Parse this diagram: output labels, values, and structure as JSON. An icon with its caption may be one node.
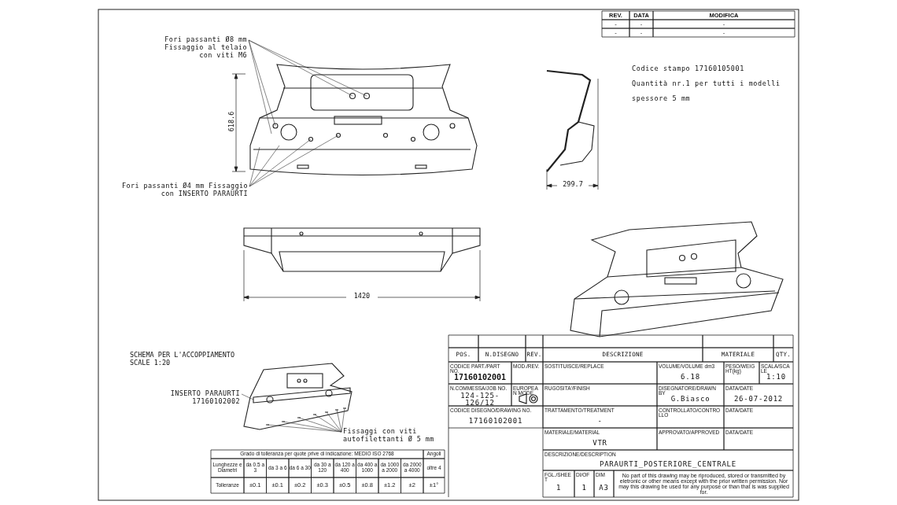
{
  "diagram": {
    "nodes": [
      {
        "text": [
          "Fori passanti Ø8 mm Fissaggio al telaio con viti M6"
        ]
      },
      {
        "text": [
          "Fori passanti Ø4 mm Fissaggio con INSERTO PARAURTI"
        ]
      },
      {
        "text": [
          "INSERTO PARAURTI 17160102002"
        ]
      },
      {
        "text": [
          "Fissaggi con viti autofilettanti Ø 5 mm"
        ]
      },
      {
        "text": [],
        "shape": "picture"
      }
    ],
    "edges": [
      {
        "from": 0,
        "to": null,
        "arrow": "none"
      },
      {
        "from": 0,
        "to": null,
        "arrow": "none"
      },
      {
        "from": 0,
        "to": null,
        "arrow": "none"
      },
      {
        "from": 0,
        "to": null,
        "arrow": "none"
      },
      {
        "from": 1,
        "to": null,
        "arrow": "none"
      },
      {
        "from": 1,
        "to": null,
        "arrow": "none"
      },
      {
        "from": 1,
        "to": null,
        "arrow": "none"
      },
      {
        "from": 1,
        "to": null,
        "arrow": "none"
      },
      {
        "from": 2,
        "to": 4,
        "arrow": "none"
      },
      {
        "from": 3,
        "to": null,
        "arrow": "none"
      },
      {
        "from": 3,
        "to": null,
        "arrow": "none"
      },
      {
        "from": 3,
        "to": null,
        "arrow": "none"
      },
      {
        "from": 3,
        "to": null,
        "arrow": "none"
      },
      {
        "from": 3,
        "to": null,
        "arrow": "none"
      },
      {
        "from": 3,
        "to": null,
        "arrow": "none"
      },
      {
        "from": 3,
        "to": null,
        "arrow": "none"
      }
    ],
    "labels": [
      "REV.",
      "DATA",
      "MODIFICA",
      "-",
      "-",
      "-",
      "-",
      "-",
      "-",
      "Codice stampo 17160105001",
      "Quantità nr.1 per tutti i modelli",
      "spessore 5 mm",
      "618.6",
      "299.7",
      "1420",
      "SCHEMA PER L'ACCOPPIAMENTO",
      "SCALE 1:20",
      "POS.",
      "N.DISEGNO",
      "REV.",
      "DESCRIZIONE",
      "MATERIALE",
      "QTY.",
      "CODICE PART./PART NO.",
      "17160102001",
      "MOD./REV.",
      "SOSTITUISCE/REPLACE",
      "VOLUME/VOLUME dm3",
      "6.18",
      "PESO/WEIGHT(kg)",
      "SCALA/SCALE",
      "1:10",
      "N.COMMESSA/JOB NO.",
      "124-125-126/12",
      "EUROPEAN MODE",
      "RUGOSITA'/FINISH",
      "DISEGNATORE/DRAWN BY",
      "G.Biasco",
      "DATA/DATE",
      "26-07-2012",
      "CODICE DISEGNO/DRAWING NO.",
      "17160102001",
      "TRATTAMENTO/TREATMENT",
      "-",
      "CONTROLLATO/CONTROLLO",
      "DATA/DATE",
      "MATERIALE/MATERIAL",
      "VTR",
      "APPROVATO/APPROVED",
      "DATA/DATE",
      "DESCRIZIONE/DESCRIPTION",
      "PARAURTI_POSTERIORE_CENTRALE",
      "FGL./SHEET",
      "DI/OF",
      "DIM",
      "1",
      "1",
      "A3",
      "No part of this drawing may be riproduced, stored or transmitted by eletronic or other means except with the prior written permission. Nor may this drawing be used for any purpose or than that is was supplied for.",
      "Grado di tolleranza per quote prive di indicazione: MEDIO ISO 2768",
      "Angoli",
      "Lunghezze e Diametri",
      "da 0.5 a 3",
      "da 3 a 6",
      "da 6 a 30",
      "da 30 a 120",
      "da 120 a 400",
      "da 400 a 1000",
      "da 1000 a 2000",
      "da 2000 a 4000",
      "oltre 4",
      "Tolleranze",
      "±0.1",
      "±0.1",
      "±0.2",
      "±0.3",
      "±0.5",
      "±0.8",
      "±1.2",
      "±2",
      "±1°"
    ]
  }
}
